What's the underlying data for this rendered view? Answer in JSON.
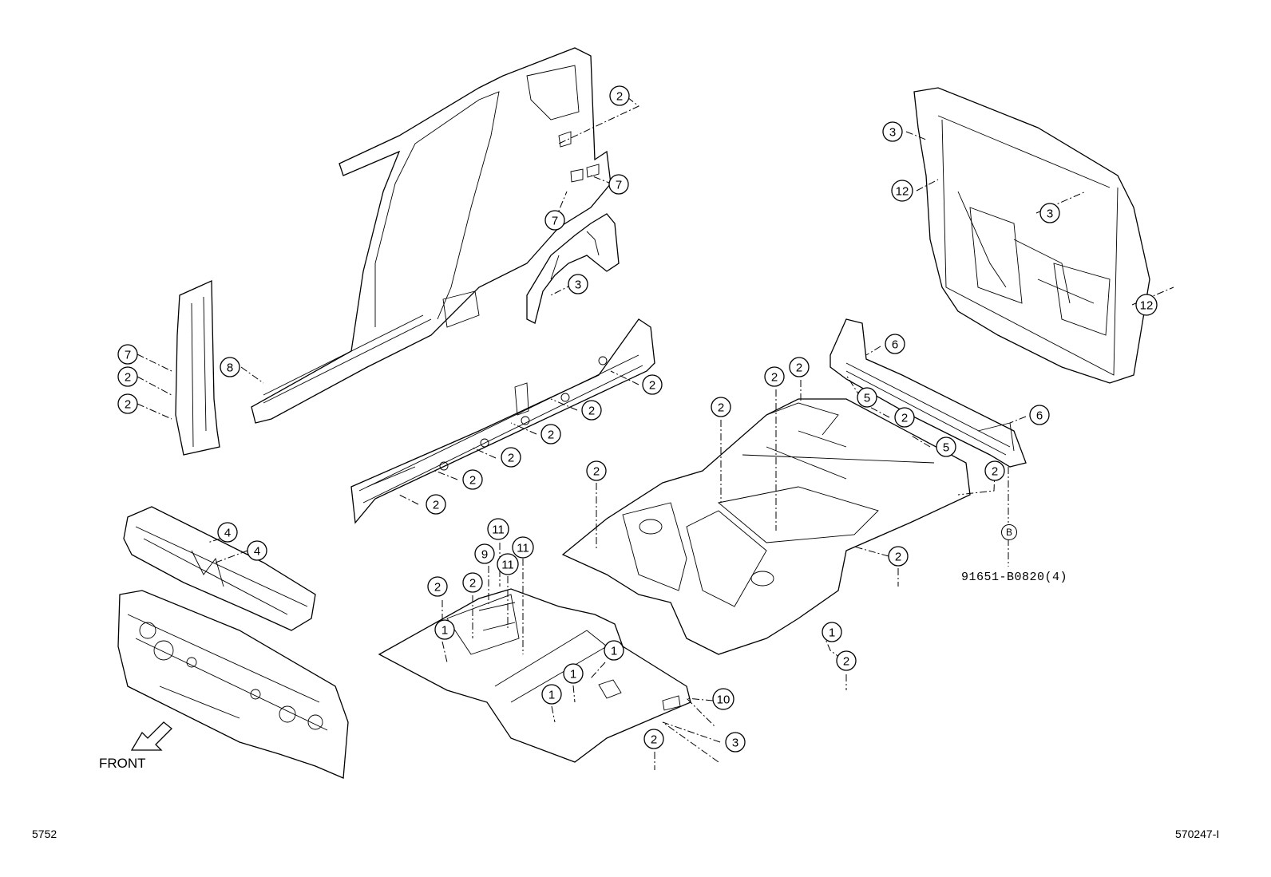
{
  "labels": {
    "front": "FRONT",
    "part_number": "91651-B0820(4)",
    "ref_b": "B",
    "page_left": "5752",
    "page_right": "570247-I"
  },
  "callouts": [
    {
      "n": "2"
    },
    {
      "n": "7"
    },
    {
      "n": "7"
    },
    {
      "n": "3"
    },
    {
      "n": "7"
    },
    {
      "n": "2"
    },
    {
      "n": "2"
    },
    {
      "n": "8"
    },
    {
      "n": "2"
    },
    {
      "n": "2"
    },
    {
      "n": "2"
    },
    {
      "n": "2"
    },
    {
      "n": "2"
    },
    {
      "n": "2"
    },
    {
      "n": "3"
    },
    {
      "n": "12"
    },
    {
      "n": "3"
    },
    {
      "n": "12"
    },
    {
      "n": "6"
    },
    {
      "n": "2"
    },
    {
      "n": "2"
    },
    {
      "n": "5"
    },
    {
      "n": "2"
    },
    {
      "n": "6"
    },
    {
      "n": "5"
    },
    {
      "n": "2"
    },
    {
      "n": "2"
    },
    {
      "n": "2"
    },
    {
      "n": "2"
    },
    {
      "n": "1"
    },
    {
      "n": "2"
    },
    {
      "n": "4"
    },
    {
      "n": "4"
    },
    {
      "n": "11"
    },
    {
      "n": "9"
    },
    {
      "n": "11"
    },
    {
      "n": "11"
    },
    {
      "n": "2"
    },
    {
      "n": "2"
    },
    {
      "n": "1"
    },
    {
      "n": "1"
    },
    {
      "n": "1"
    },
    {
      "n": "1"
    },
    {
      "n": "10"
    },
    {
      "n": "2"
    },
    {
      "n": "3"
    }
  ]
}
